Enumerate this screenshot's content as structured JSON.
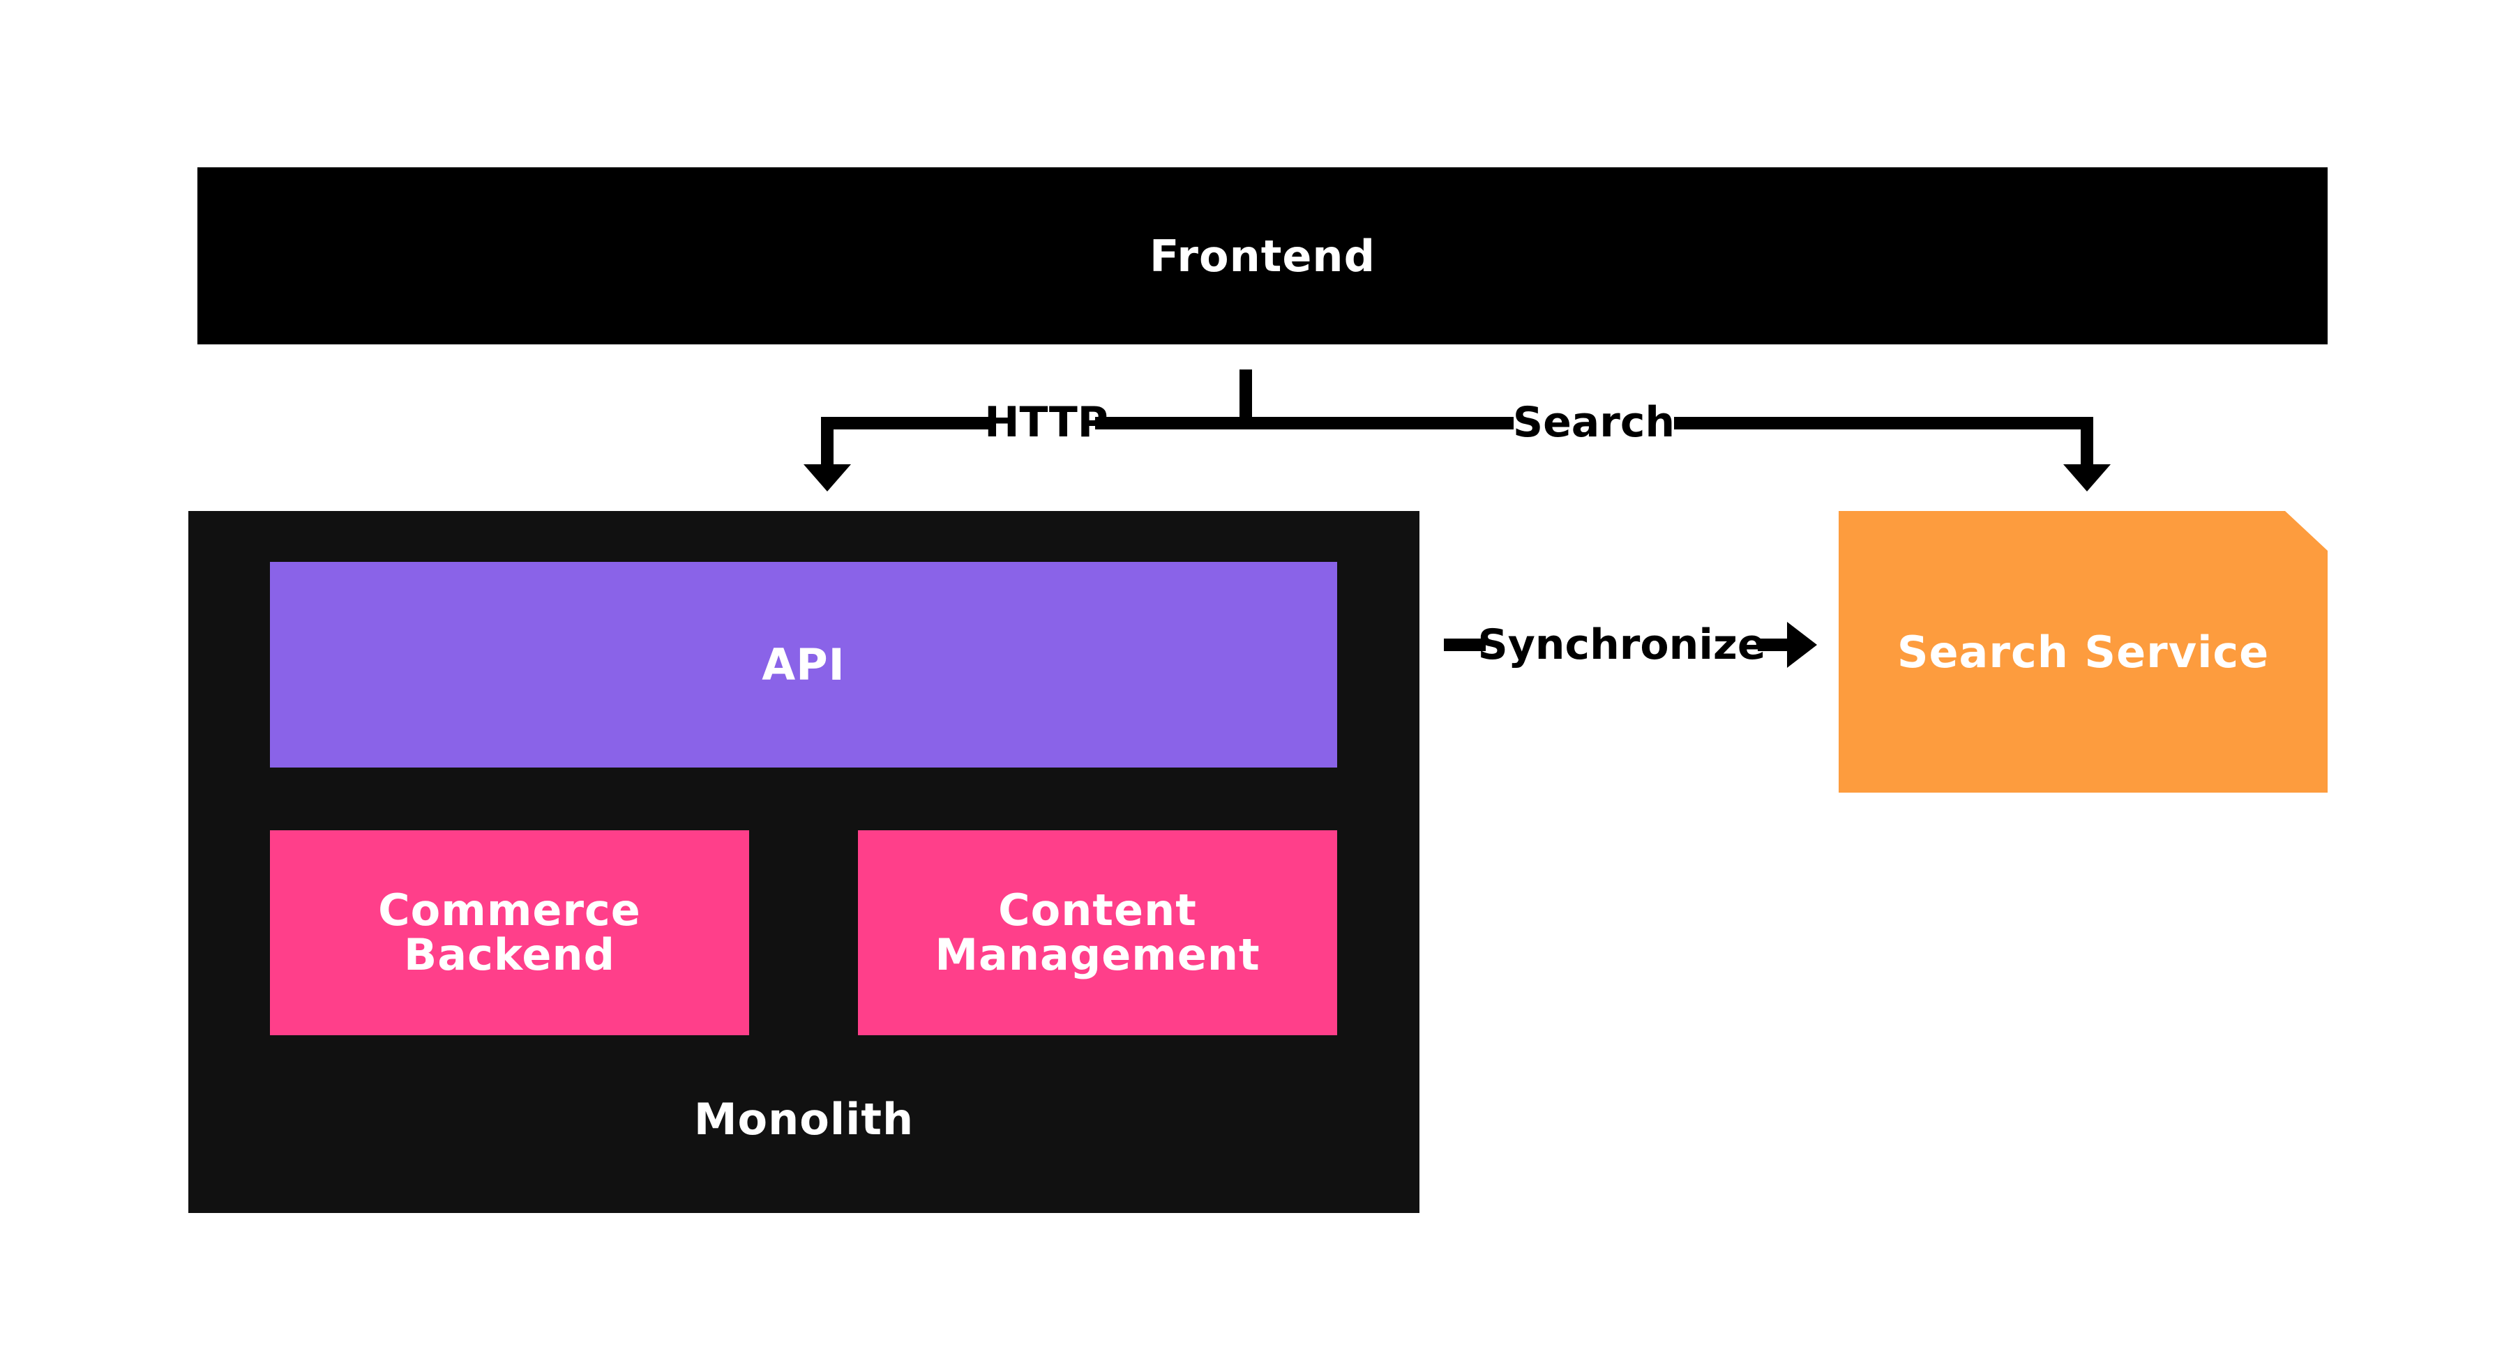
{
  "frontend": {
    "label": "Frontend"
  },
  "monolith": {
    "label": "Monolith",
    "api": "API",
    "commerce": "Commerce\nBackend",
    "content": "Content\nManagement"
  },
  "search_service": {
    "label": "Search Service"
  },
  "edges": {
    "http": "HTTP",
    "search": "Search",
    "synchronize": "Synchronize"
  },
  "colors": {
    "dark": "#111111",
    "api": "#8a63e8",
    "module": "#ff3f8a",
    "search_service": "#fd9c3e"
  }
}
